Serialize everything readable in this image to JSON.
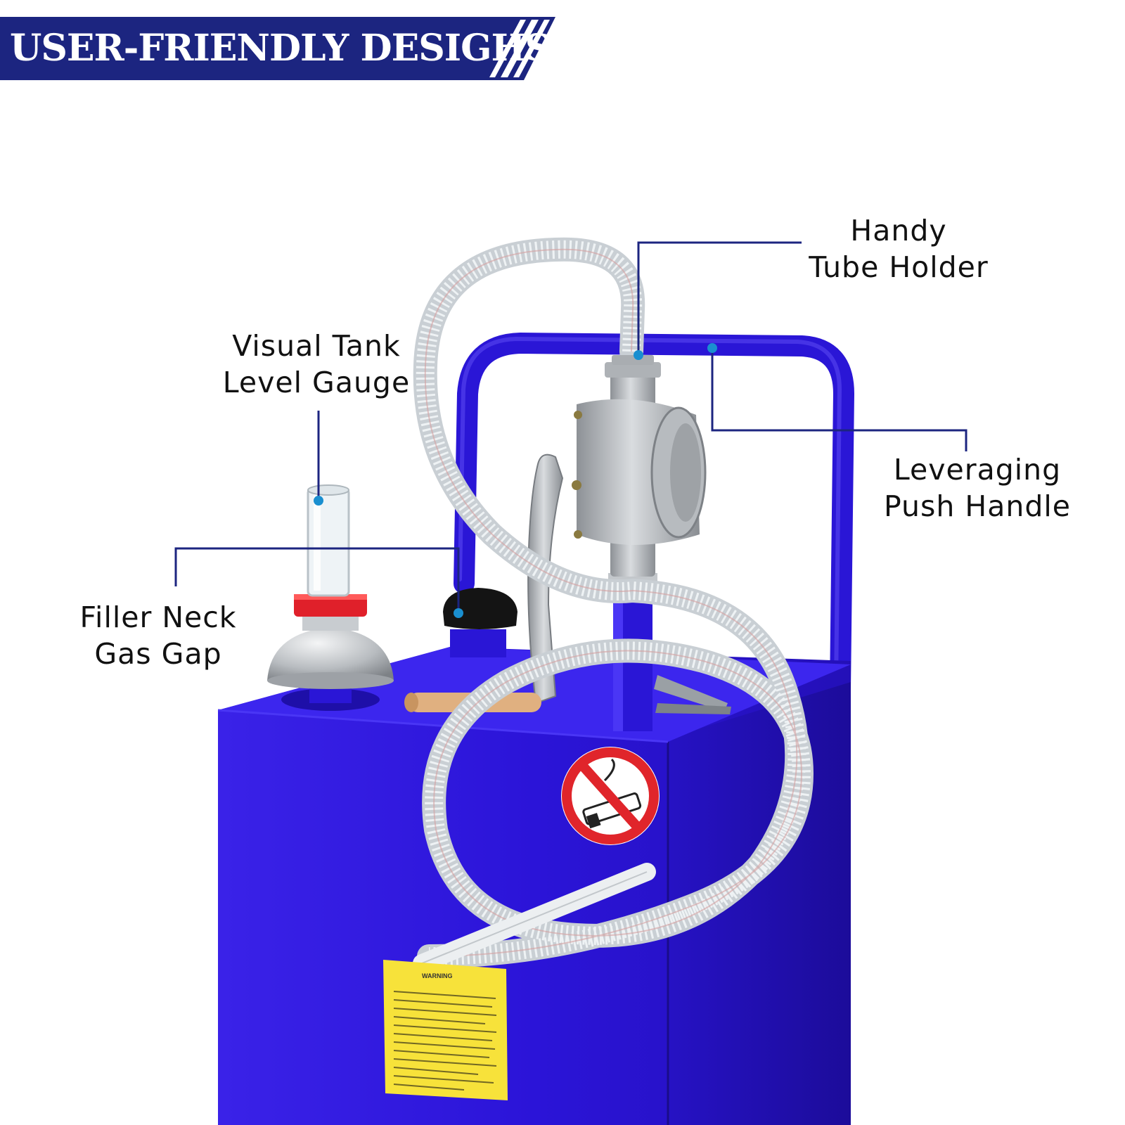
{
  "banner": {
    "title": "USER-FRIENDLY DESIGHS",
    "color": "#1c2580"
  },
  "callouts": {
    "tube_holder": {
      "line1": "Handy",
      "line2": "Tube Holder"
    },
    "tank_gauge": {
      "line1": "Visual Tank",
      "line2": "Level Gauge"
    },
    "push_handle": {
      "line1": "Leveraging",
      "line2": "Push Handle"
    },
    "filler_neck": {
      "line1": "Filler Neck",
      "line2": "Gas Gap"
    }
  },
  "warning_label": {
    "heading": "WARNING"
  },
  "colors": {
    "tank": "#2a16d6",
    "leader_line": "#1c2580",
    "marker_dot": "#1a8fd0",
    "label_yellow": "#f7e23a"
  }
}
